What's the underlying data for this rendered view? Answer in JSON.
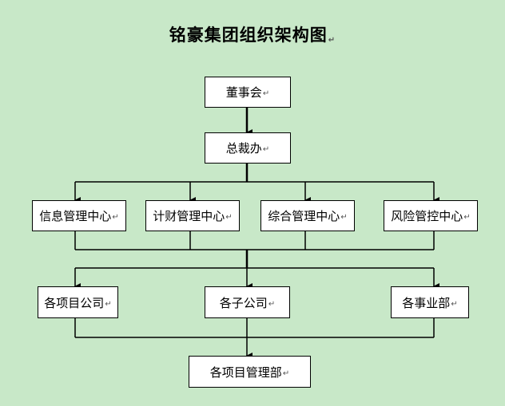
{
  "title": "铭豪集团组织架构图",
  "mark": "↵",
  "nodes": {
    "board": "董事会",
    "president": "总裁办",
    "info": "信息管理中心",
    "finance": "计财管理中心",
    "general": "综合管理中心",
    "risk": "风险管控中心",
    "project_companies": "各项目公司",
    "subsidiaries": "各子公司",
    "business_units": "各事业部",
    "project_dept": "各项目管理部"
  },
  "colors": {
    "background": "#c8e8c8",
    "box": "#ffffff",
    "line": "#000000"
  }
}
